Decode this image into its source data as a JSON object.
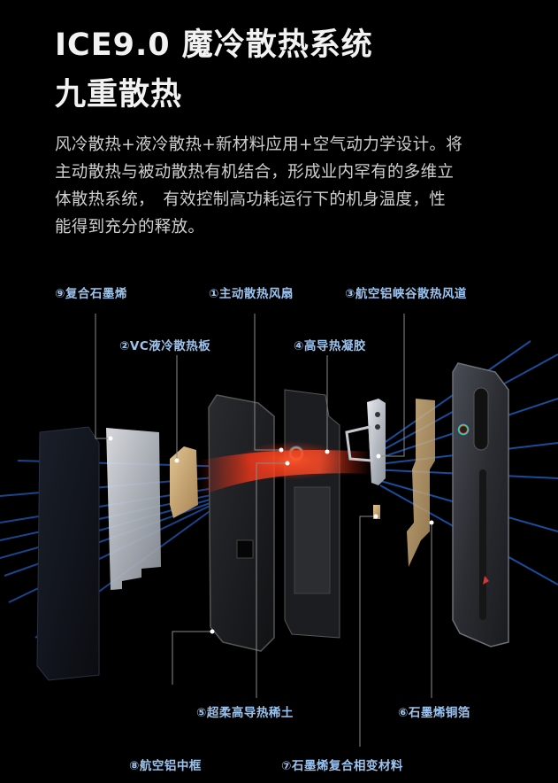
{
  "header": {
    "title_line1": "ICE9.0 魔冷散热系统",
    "title_line2": "九重散热"
  },
  "description": {
    "lines": [
      "风冷散热+液冷散热+新材料应用+空气动力学设计。将",
      "主动散热与被动散热有机结合，形成业内罕有的多维立",
      "体散热系统，　有效控制高功耗运行下的机身温度，性",
      "能得到充分的释放。"
    ]
  },
  "labels": {
    "l1": "①主动散热风扇",
    "l2": "②VC液冷散热板",
    "l3": "③航空铝峡谷散热风道",
    "l4": "④高导热凝胶",
    "l5": "⑤超柔高导热稀土",
    "l6": "⑥石墨烯铜箔",
    "l7": "⑦石墨烯复合相变材料",
    "l8": "⑧航空铝中框",
    "l9": "⑨复合石墨烯"
  },
  "colors": {
    "background": "#000000",
    "label": "#9cc4ee",
    "cool_stream": "#2a7fff",
    "hot_stream": "#ff3a1a",
    "copper": "#c9a878"
  },
  "image": {
    "alt": "Exploded view of phone cooling layers: screen, graphene sheet, VC plate, aluminum mid-frame, motherboard with fan, camera bracket, copper foil, back cover"
  }
}
